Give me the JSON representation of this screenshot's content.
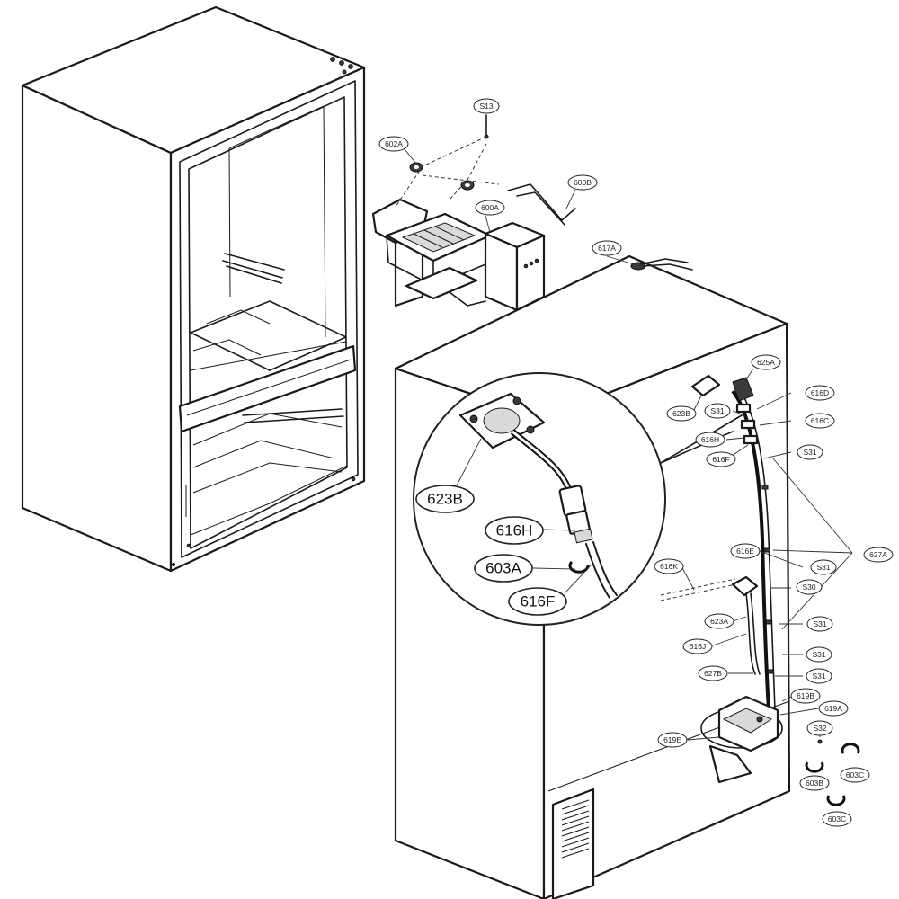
{
  "callouts": [
    {
      "id": "s13",
      "label": "S13"
    },
    {
      "id": "602a",
      "label": "602A"
    },
    {
      "id": "600b",
      "label": "600B"
    },
    {
      "id": "600a",
      "label": "600A"
    },
    {
      "id": "617a",
      "label": "617A"
    },
    {
      "id": "625a",
      "label": "625A"
    },
    {
      "id": "616d",
      "label": "616D"
    },
    {
      "id": "623b-small",
      "label": "623B"
    },
    {
      "id": "s31-top",
      "label": "S31"
    },
    {
      "id": "616c",
      "label": "616C"
    },
    {
      "id": "616h-small",
      "label": "616H"
    },
    {
      "id": "616f-small",
      "label": "616F"
    },
    {
      "id": "s31-a",
      "label": "S31"
    },
    {
      "id": "616e",
      "label": "616E"
    },
    {
      "id": "627a",
      "label": "627A"
    },
    {
      "id": "s31-b",
      "label": "S31"
    },
    {
      "id": "616k",
      "label": "616K"
    },
    {
      "id": "s30",
      "label": "S30"
    },
    {
      "id": "623a",
      "label": "623A"
    },
    {
      "id": "s31-c",
      "label": "S31"
    },
    {
      "id": "616j",
      "label": "616J"
    },
    {
      "id": "s31-d",
      "label": "S31"
    },
    {
      "id": "627b",
      "label": "627B"
    },
    {
      "id": "s31-e",
      "label": "S31"
    },
    {
      "id": "619b",
      "label": "619B"
    },
    {
      "id": "619a",
      "label": "619A"
    },
    {
      "id": "s32",
      "label": "S32"
    },
    {
      "id": "619e",
      "label": "619E"
    },
    {
      "id": "603b",
      "label": "603B"
    },
    {
      "id": "603c-a",
      "label": "603C"
    },
    {
      "id": "603c-b",
      "label": "603C"
    }
  ],
  "detail_callouts": [
    {
      "id": "623b",
      "label": "623B"
    },
    {
      "id": "616h",
      "label": "616H"
    },
    {
      "id": "603a",
      "label": "603A"
    },
    {
      "id": "616f",
      "label": "616F"
    }
  ]
}
